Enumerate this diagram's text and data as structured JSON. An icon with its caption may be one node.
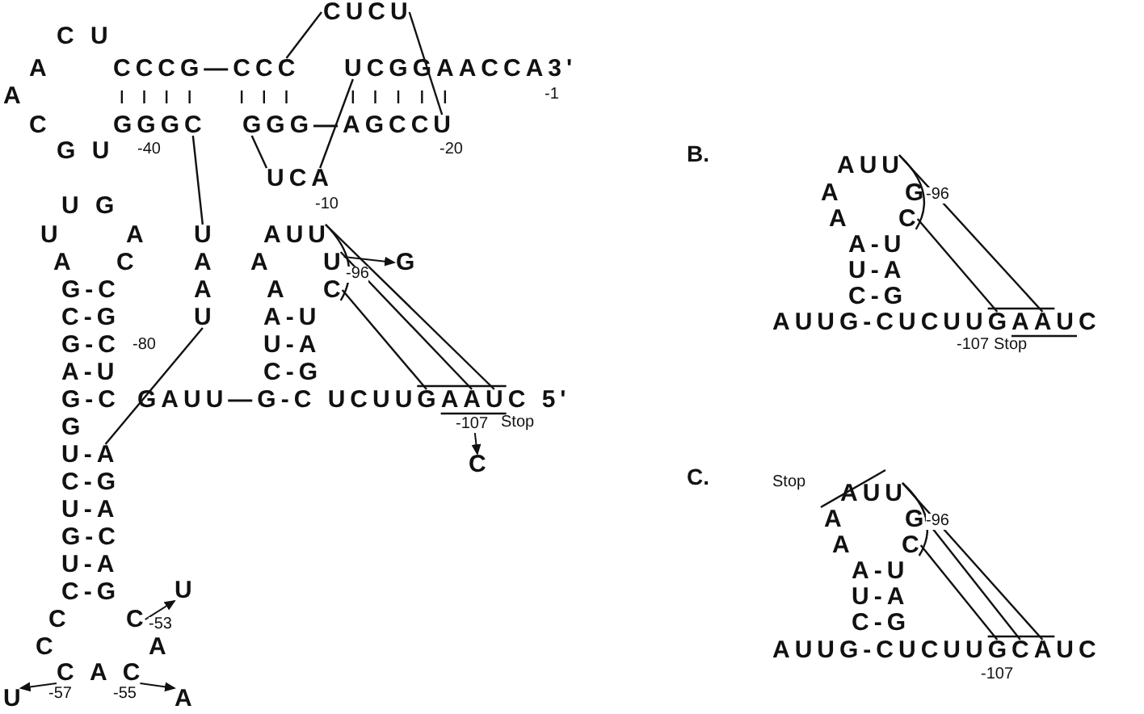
{
  "diagram": {
    "labels": [
      "C U",
      "A",
      "A",
      "C",
      "G U",
      "CCCG—CCC",
      "CUCU",
      "UCGGAACCA3'",
      "-1",
      "GGGC",
      "GGG—AGCCU",
      "-40",
      "-20",
      "UCA",
      "-10",
      "U G",
      "U",
      "A",
      "U",
      "AUU",
      "A",
      "C",
      "A",
      "A",
      "U",
      "-96",
      "G",
      "G-C",
      "A",
      "A",
      "C",
      "C-G",
      "U",
      "A-U",
      "G-C",
      "-80",
      "U-A",
      "A-U",
      "C-G",
      "G-C",
      "GAUU—G-C UCUUGAAUC 5'",
      "-107",
      "Stop",
      "C",
      "G",
      "U-A",
      "C-G",
      "U-A",
      "G-C",
      "U-A",
      "C-G",
      "C",
      "C",
      "-53",
      "U",
      "C",
      "A",
      "C A C",
      "U",
      "-57",
      "-55",
      "A",
      "B.",
      "AUU",
      "A",
      "G",
      "-96",
      "A",
      "C",
      "A-U",
      "U-A",
      "C-G",
      "AUUG-CUCUUGAAUC",
      "-107",
      "Stop",
      "C.",
      "Stop",
      "AUU",
      "A",
      "G",
      "-96",
      "A",
      "C",
      "A-U",
      "U-A",
      "C-G",
      "AUUG-CUCUUGCAUC",
      "-107"
    ]
  }
}
